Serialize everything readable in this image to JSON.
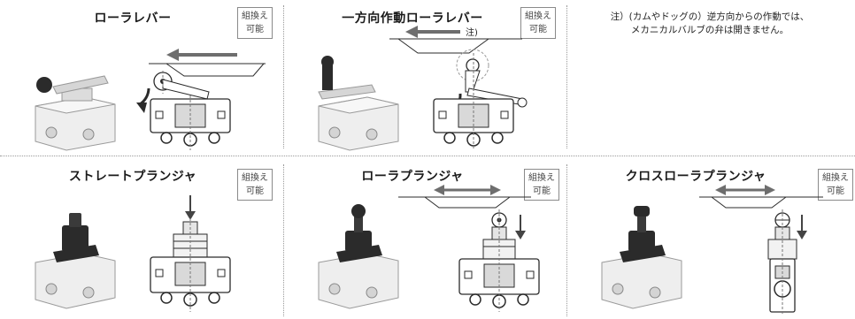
{
  "panels": [
    {
      "id": "roller-lever",
      "title": "ローラレバー",
      "badge": [
        "組換え",
        "可能"
      ]
    },
    {
      "id": "one-way-roller-lever",
      "title": "一方向作動ローラレバー",
      "badge": [
        "組換え",
        "可能"
      ],
      "arrow_note": "注)"
    },
    {
      "id": "straight-plunger",
      "title": "ストレートプランジャ",
      "badge": [
        "組換え",
        "可能"
      ]
    },
    {
      "id": "roller-plunger",
      "title": "ローラプランジャ",
      "badge": [
        "組換え",
        "可能"
      ]
    },
    {
      "id": "cross-roller-plunger",
      "title": "クロスローラプランジャ",
      "badge": [
        "組換え",
        "可能"
      ]
    }
  ],
  "note": {
    "lines": [
      "注）(カムやドッグの）逆方向からの作動では、",
      "メカニカルバルブの弁は開きません。"
    ]
  },
  "colors": {
    "arrow": "#6e6e6e",
    "valve_dark": "#2b2b2b",
    "valve_light": "#eeeeee",
    "body_gray": "#d9d9d9"
  }
}
